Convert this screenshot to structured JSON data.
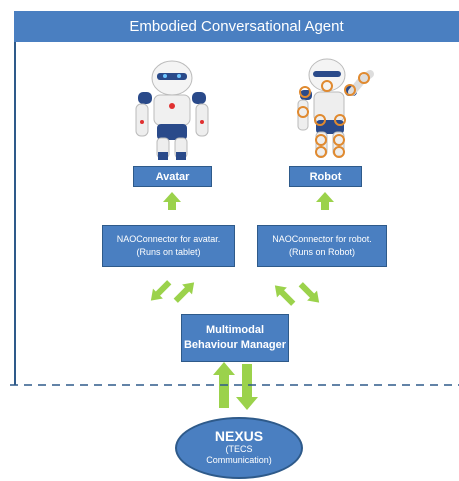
{
  "title": "Embodied Conversational Agent",
  "boxes": {
    "avatar": "Avatar",
    "robot": "Robot",
    "connector_avatar_line1": "NAOConnector for avatar.",
    "connector_avatar_line2": "(Runs on tablet)",
    "connector_robot_line1": "NAOConnector for robot.",
    "connector_robot_line2": "(Runs on Robot)",
    "manager_line1": "Multimodal",
    "manager_line2": "Behaviour Manager"
  },
  "nexus": {
    "title": "NEXUS",
    "line1": "(TECS",
    "line2": "Communication)"
  },
  "colors": {
    "box": "#4a7fc1",
    "border": "#2e5a8a",
    "arrow": "#9bd24b"
  },
  "icons": [
    "nao-robot-avatar-image",
    "nao-robot-joints-image"
  ]
}
